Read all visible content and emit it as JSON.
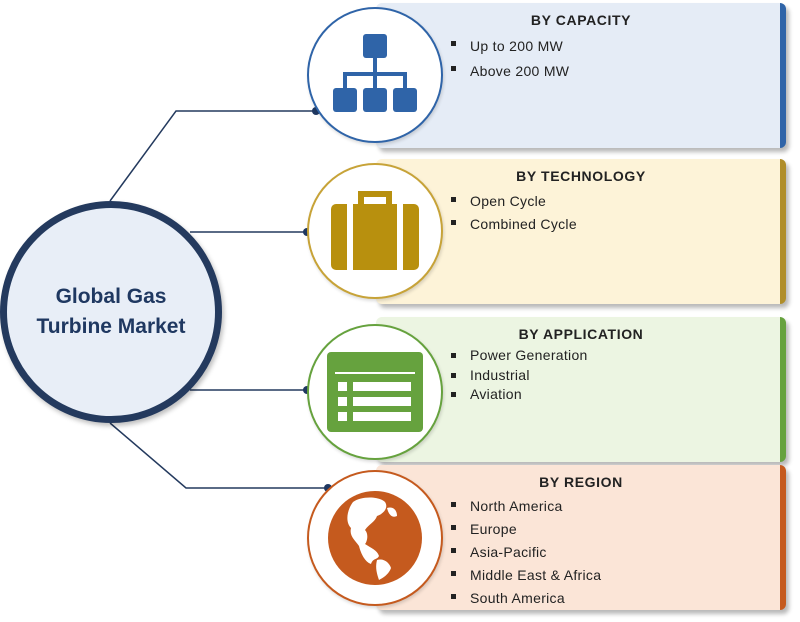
{
  "hub": {
    "title": "Global Gas Turbine Market"
  },
  "segments": [
    {
      "title": "BY CAPACITY",
      "items": [
        "Up to 200 MW",
        "Above 200 MW"
      ],
      "icon": "hierarchy-icon",
      "color": "#2f64a8"
    },
    {
      "title": "BY TECHNOLOGY",
      "items": [
        "Open Cycle",
        "Combined Cycle"
      ],
      "icon": "briefcase-icon",
      "color": "#b08e2a"
    },
    {
      "title": "BY APPLICATION",
      "items": [
        "Power Generation",
        "Industrial",
        "Aviation"
      ],
      "icon": "list-form-icon",
      "color": "#66a23e"
    },
    {
      "title": "BY REGION",
      "items": [
        "North America",
        "Europe",
        "Asia-Pacific",
        "Middle East & Africa",
        "South America"
      ],
      "icon": "globe-icon",
      "color": "#c55a1e"
    }
  ]
}
